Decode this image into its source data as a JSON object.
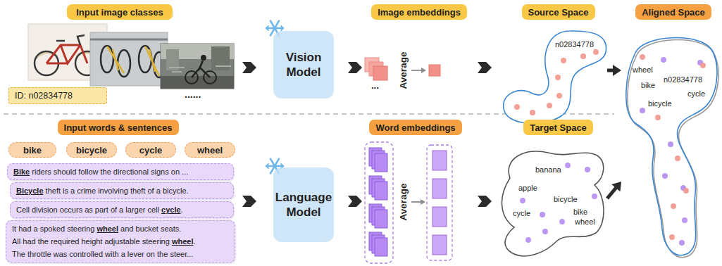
{
  "diagram": {
    "nodes": [
      {
        "text": [
          "Input image classes"
        ]
      },
      {
        "text": [
          "ID: n02834778"
        ]
      },
      {
        "text": [
          "Vision Model"
        ]
      },
      {
        "text": [
          "Image embeddings"
        ]
      },
      {
        "text": [
          "Source Space"
        ]
      },
      {
        "text": [
          "n02834778"
        ]
      },
      {
        "text": [
          "Aligned Space"
        ]
      },
      {
        "text": [
          "wheel",
          "bike",
          "n02834778",
          "cycle",
          "bicycle"
        ]
      },
      {
        "text": [
          "Input words & sentences"
        ]
      },
      {
        "text": [
          "bike"
        ]
      },
      {
        "text": [
          "bicycle"
        ]
      },
      {
        "text": [
          "cycle"
        ]
      },
      {
        "text": [
          "wheel"
        ]
      },
      {
        "text": [
          "Bike riders should follow the directional signs on ..."
        ]
      },
      {
        "text": [
          "Bicycle theft is a crime involving theft of a bicycle."
        ]
      },
      {
        "text": [
          "Cell division occurs as part of a larger cell cycle."
        ]
      },
      {
        "text": [
          "It had a spoked steering wheel and bucket seats.",
          "All had the required height adjustable steering wheel.",
          "The throttle was controlled with a lever on the steer..."
        ]
      },
      {
        "text": [
          "Language Model"
        ]
      },
      {
        "text": [
          "Word embeddings"
        ]
      },
      {
        "text": [
          "Target Space"
        ]
      },
      {
        "text": [
          "banana",
          "apple",
          "bicycle",
          "cycle",
          "bike",
          "wheel"
        ]
      }
    ],
    "edges": [
      {
        "from": 5,
        "to": 7,
        "arrow": "to"
      },
      {
        "from": 20,
        "to": 7,
        "arrow": "to"
      }
    ],
    "labels": [
      "......",
      "...",
      "Average",
      "Average"
    ]
  }
}
